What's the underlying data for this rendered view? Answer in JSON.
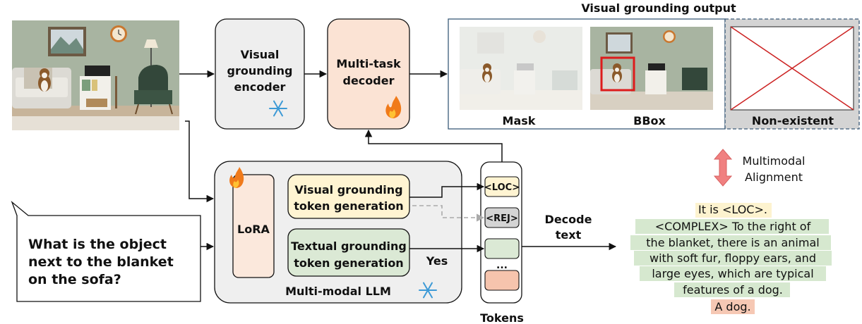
{
  "labels": {
    "visual_encoder": [
      "Visual",
      "grounding",
      "encoder"
    ],
    "decoder": [
      "Multi-task",
      "decoder"
    ],
    "output_title": "Visual grounding output",
    "mask": "Mask",
    "bbox": "BBox",
    "non_existent": "Non-existent",
    "alignment": [
      "Multimodal",
      "Alignment"
    ],
    "lora": "LoRA",
    "visual_token_gen": [
      "Visual grounding",
      "token generation"
    ],
    "textual_token_gen": [
      "Textual grounding",
      "token generation"
    ],
    "llm": "Multi-modal LLM",
    "yes": "Yes",
    "loc_token": "<LOC>",
    "rej_token": "<REJ>",
    "ellipsis": "...",
    "tokens": "Tokens",
    "decode": [
      "Decode",
      "text"
    ],
    "question": [
      "What is the object",
      "next to the blanket",
      "on the sofa?"
    ],
    "answer": [
      "It is <LOC>.",
      "<COMPLEX> To the right of",
      "the blanket, there is an animal",
      "with soft fur, floppy ears, and",
      "large eyes, which are typical",
      "features of a dog.",
      "A dog."
    ]
  },
  "colors": {
    "encoder_fill": "#eeeeee",
    "decoder_fill": "#fbe3d4",
    "llm_fill": "#efefef",
    "lora_fill": "#fbe8dc",
    "visual_gen_fill": "#fff4d2",
    "textual_gen_fill": "#dbe9d5",
    "token_orange": "#f6c4ad",
    "rej_fill": "#d4d4d4",
    "answer_yellow": "#fdf3cf",
    "answer_green": "#d6e8cf",
    "answer_orange": "#f6c8b4",
    "alignment_arrow": "#f08080",
    "bbox_red": "#dd1c1c"
  }
}
